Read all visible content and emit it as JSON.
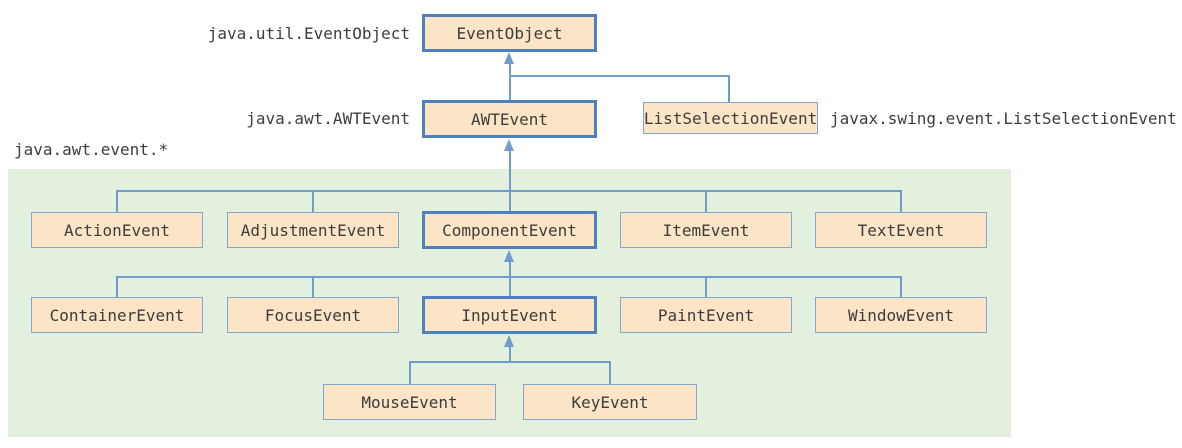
{
  "diagram": {
    "title_semantic": "Java event class hierarchy",
    "package_label": "java.awt.event.*",
    "side_labels": {
      "event_object": "java.util.EventObject",
      "awt_event": "java.awt.AWTEvent",
      "list_selection_event": "javax.swing.event.ListSelectionEvent"
    },
    "nodes": {
      "event_object": "EventObject",
      "awt_event": "AWTEvent",
      "list_selection_event": "ListSelectionEvent",
      "action_event": "ActionEvent",
      "adjustment_event": "AdjustmentEvent",
      "component_event": "ComponentEvent",
      "item_event": "ItemEvent",
      "text_event": "TextEvent",
      "container_event": "ContainerEvent",
      "focus_event": "FocusEvent",
      "input_event": "InputEvent",
      "paint_event": "PaintEvent",
      "window_event": "WindowEvent",
      "mouse_event": "MouseEvent",
      "key_event": "KeyEvent"
    },
    "emphasized_nodes": [
      "EventObject",
      "AWTEvent",
      "ComponentEvent",
      "InputEvent"
    ],
    "hierarchy": {
      "EventObject": [
        "AWTEvent",
        "ListSelectionEvent"
      ],
      "AWTEvent": [
        "ActionEvent",
        "AdjustmentEvent",
        "ComponentEvent",
        "ItemEvent",
        "TextEvent"
      ],
      "ComponentEvent": [
        "ContainerEvent",
        "FocusEvent",
        "InputEvent",
        "PaintEvent",
        "WindowEvent"
      ],
      "InputEvent": [
        "MouseEvent",
        "KeyEvent"
      ]
    },
    "colors": {
      "box_fill": "#fce4c6",
      "box_border_thick": "#4d80bf",
      "box_border_thin": "#82a7d2",
      "line": "#6f9bcd",
      "group_bg": "#e3f0dd",
      "text": "#3d3d3d"
    }
  }
}
